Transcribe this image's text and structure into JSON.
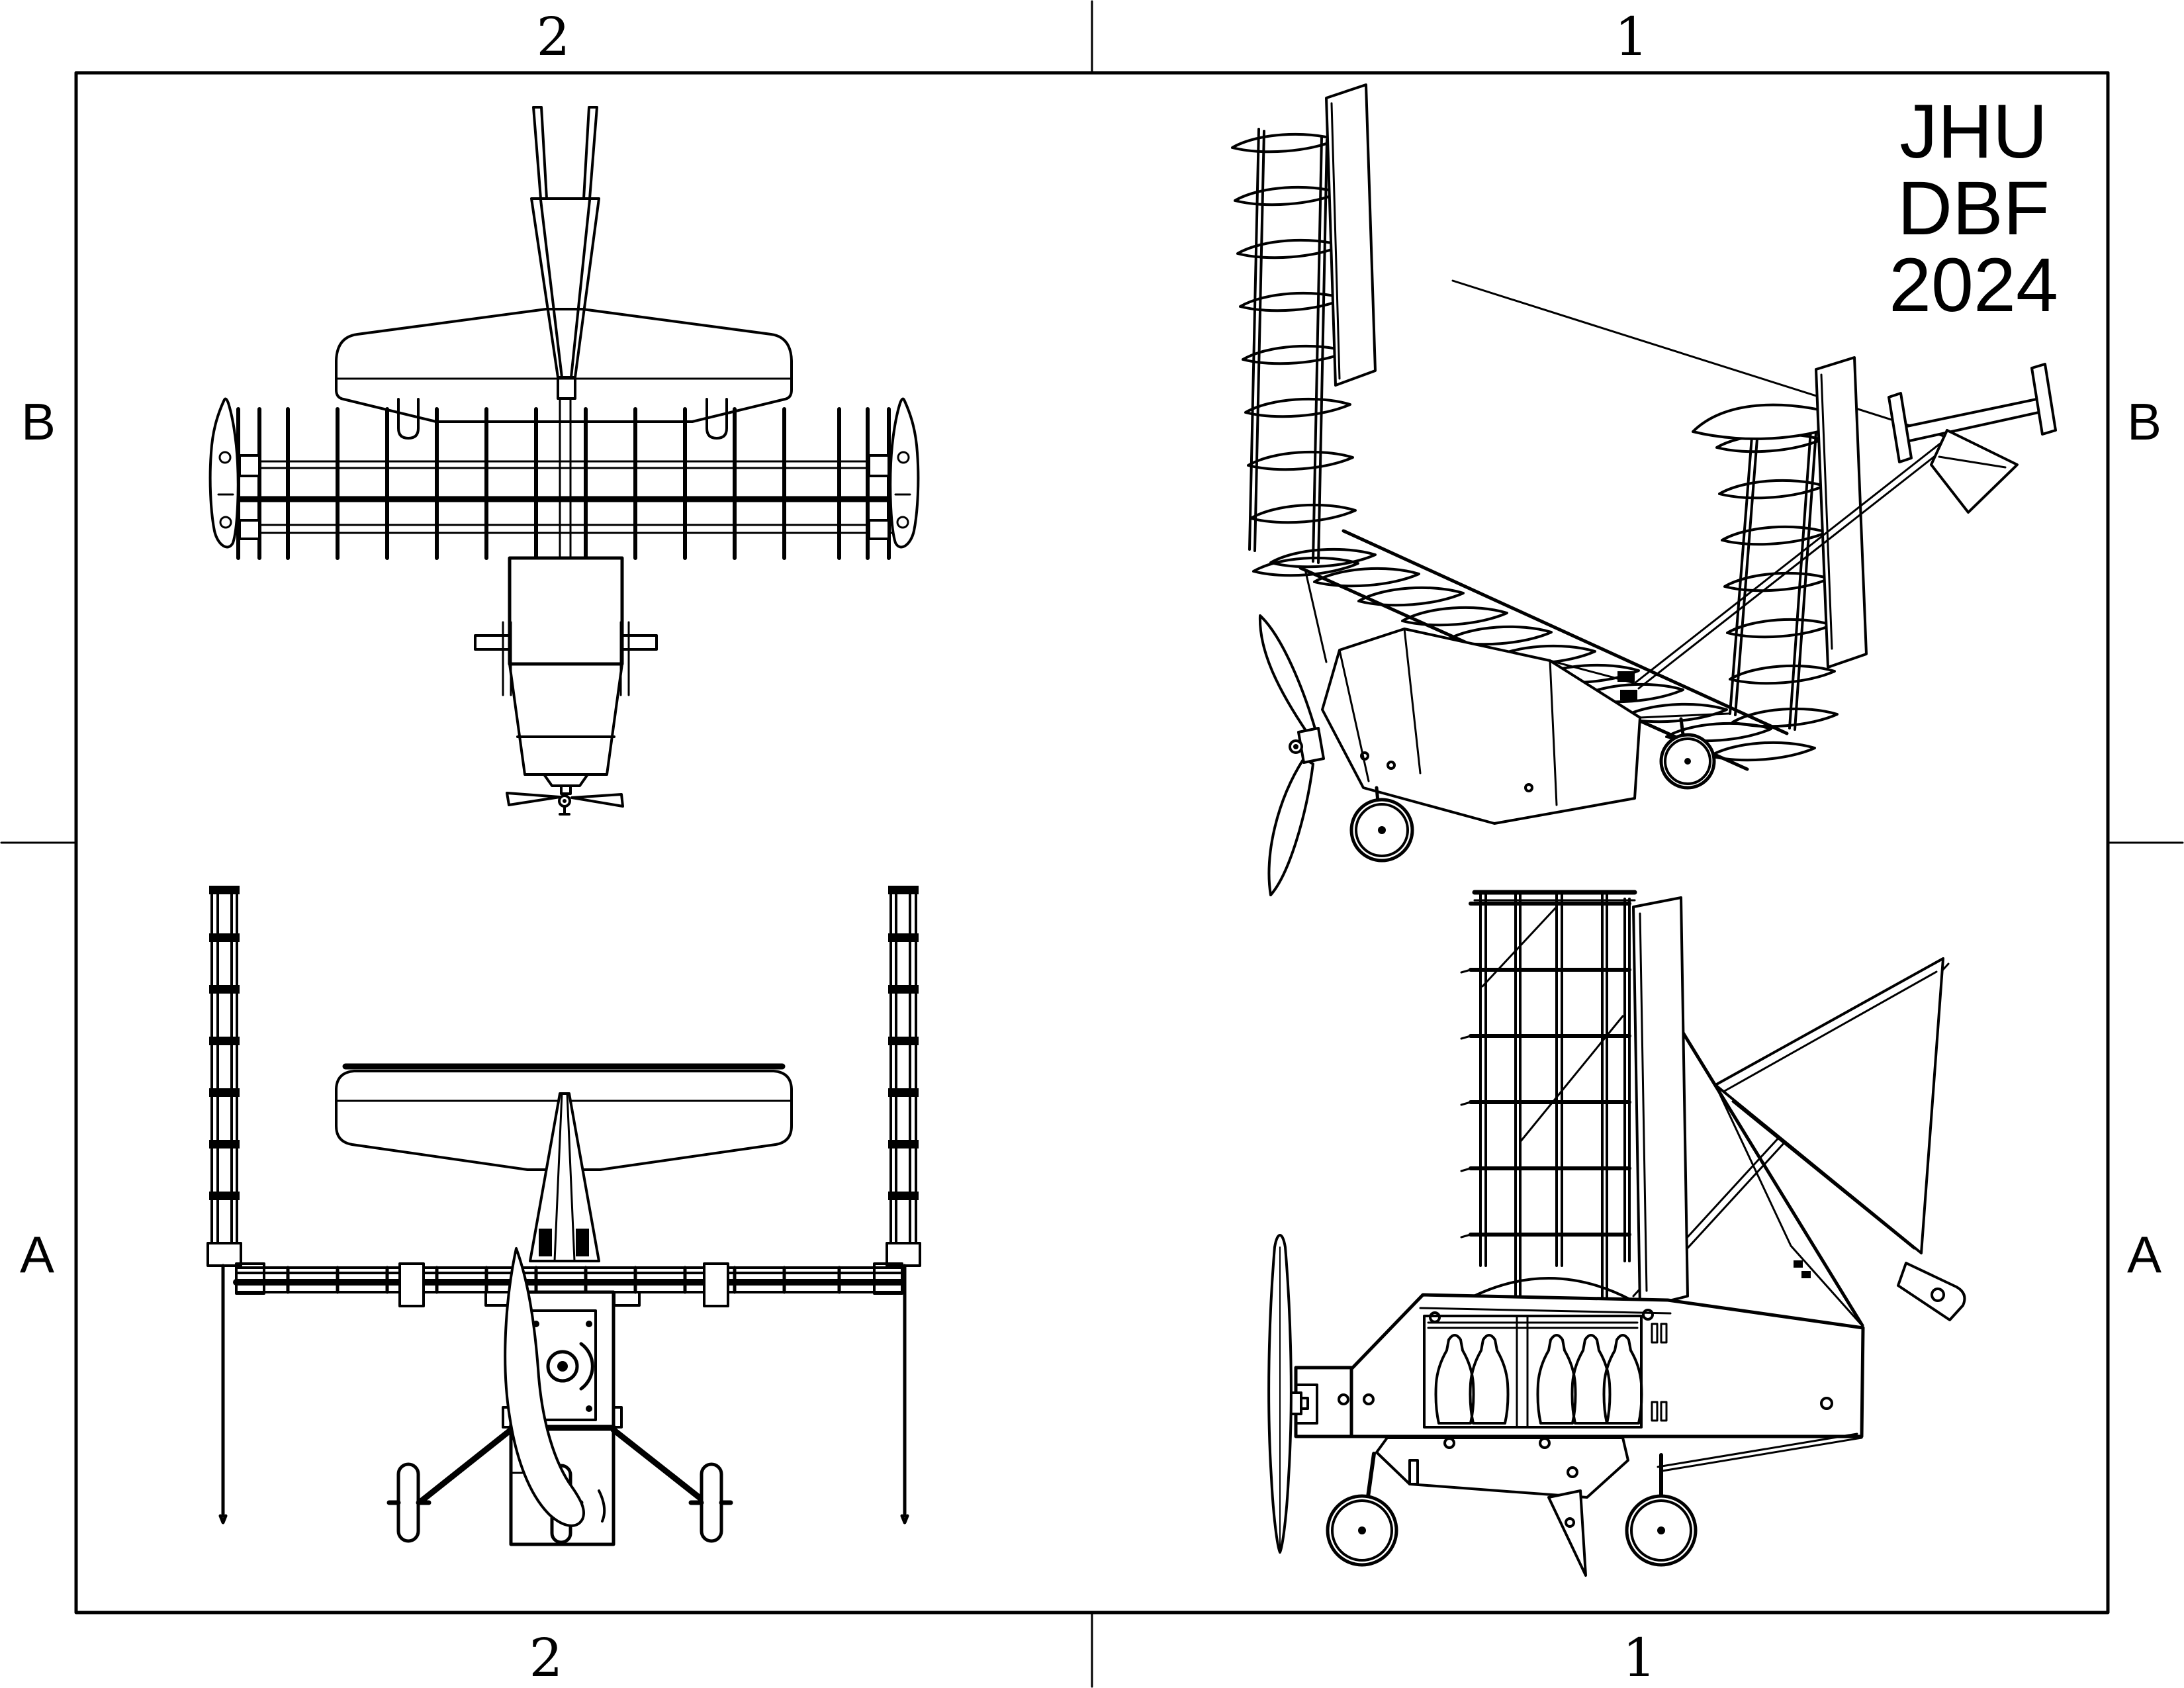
{
  "sheet": {
    "background": "#ffffff",
    "line_color": "#000000",
    "title_block": {
      "line1": "JHU",
      "line2": "DBF",
      "line3": "2024"
    },
    "zone_labels": {
      "top_left": "2",
      "top_right": "1",
      "bottom_left": "2",
      "bottom_right": "1",
      "left_upper": "B",
      "left_lower": "A",
      "right_upper": "B",
      "right_lower": "A"
    }
  }
}
